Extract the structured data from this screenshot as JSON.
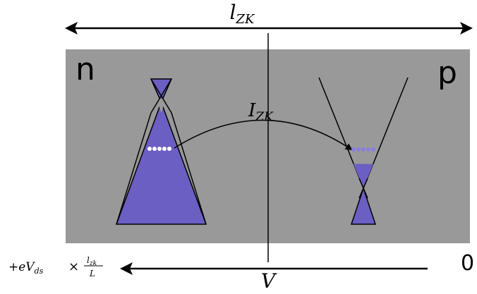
{
  "labels": {
    "lzk_base": "l",
    "lzk_sub": "ZK",
    "izk_base": "I",
    "izk_sub": "ZK",
    "n_region": "n",
    "p_region": "p",
    "voltage": "V",
    "zero": "0",
    "formula_plus_e": "+eV",
    "formula_ds": "ds",
    "formula_times": "×",
    "formula_num": "l",
    "formula_num_sub": "zk",
    "formula_den": "L"
  },
  "colors": {
    "background": "#ffffff",
    "device": "#999999",
    "band_fill": "#6b5fc4",
    "stroke": "#000000",
    "electron_white": "#ffffff",
    "electron_purple": "#8a7ee0"
  }
}
